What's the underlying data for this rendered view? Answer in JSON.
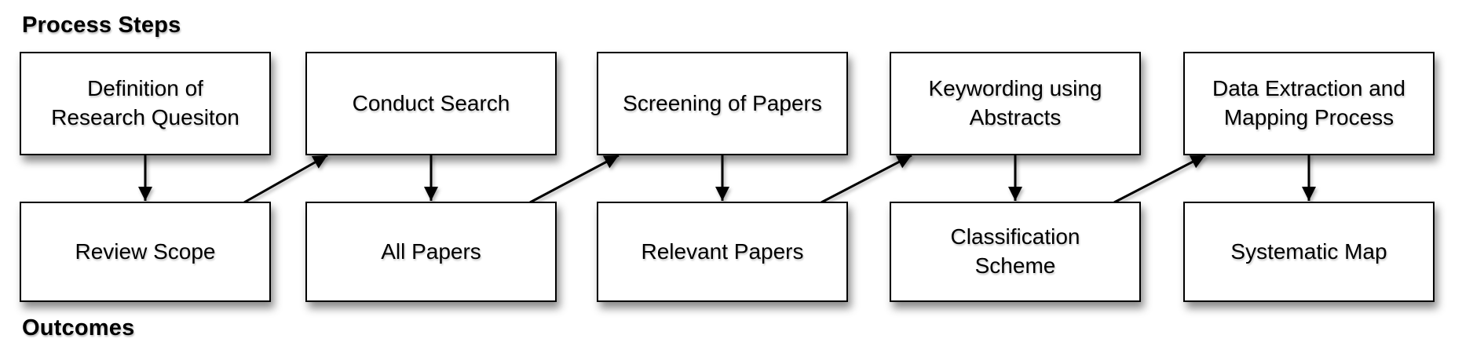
{
  "diagram": {
    "title_top": "Process Steps",
    "title_bottom": "Outcomes",
    "process_steps": [
      {
        "label": "Definition of\nResearch Quesiton"
      },
      {
        "label": "Conduct Search"
      },
      {
        "label": "Screening of Papers"
      },
      {
        "label": "Keywording using\nAbstracts"
      },
      {
        "label": "Data Extraction and\nMapping Process"
      }
    ],
    "outcomes": [
      {
        "label": "Review Scope"
      },
      {
        "label": "All Papers"
      },
      {
        "label": "Relevant Papers"
      },
      {
        "label": "Classification\nScheme"
      },
      {
        "label": "Systematic Map"
      }
    ],
    "arrows": [
      {
        "from": "process_steps.0",
        "to": "outcomes.0",
        "direction": "down"
      },
      {
        "from": "process_steps.1",
        "to": "outcomes.1",
        "direction": "down"
      },
      {
        "from": "process_steps.2",
        "to": "outcomes.2",
        "direction": "down"
      },
      {
        "from": "process_steps.3",
        "to": "outcomes.3",
        "direction": "down"
      },
      {
        "from": "process_steps.4",
        "to": "outcomes.4",
        "direction": "down"
      },
      {
        "from": "outcomes.0",
        "to": "process_steps.1",
        "direction": "up-right"
      },
      {
        "from": "outcomes.1",
        "to": "process_steps.2",
        "direction": "up-right"
      },
      {
        "from": "outcomes.2",
        "to": "process_steps.3",
        "direction": "up-right"
      },
      {
        "from": "outcomes.3",
        "to": "process_steps.4",
        "direction": "up-right"
      }
    ],
    "colors": {
      "background": "#ffffff",
      "box_fill": "#ffffff",
      "box_border": "#000000",
      "text": "#000000"
    }
  }
}
